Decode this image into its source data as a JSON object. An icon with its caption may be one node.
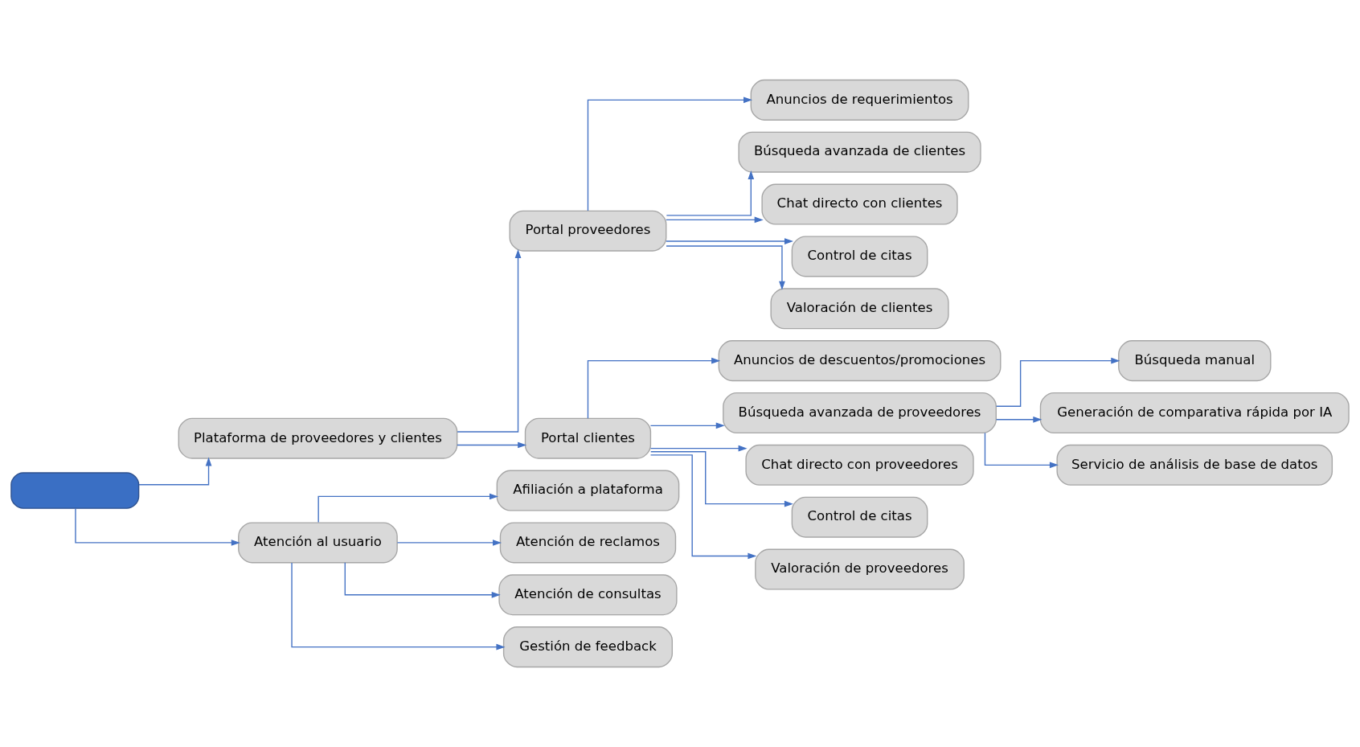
{
  "diagram": {
    "nodes": [
      {
        "text": [],
        "shape": "box"
      },
      {
        "text": [
          "Plataforma de proveedores y clientes"
        ]
      },
      {
        "text": [
          "Atención al usuario"
        ]
      },
      {
        "text": [
          "Portal proveedores"
        ]
      },
      {
        "text": [
          "Portal clientes"
        ]
      },
      {
        "text": [
          "Anuncios de requerimientos"
        ]
      },
      {
        "text": [
          "Búsqueda avanzada de clientes"
        ]
      },
      {
        "text": [
          "Chat directo con clientes"
        ]
      },
      {
        "text": [
          "Control de citas"
        ]
      },
      {
        "text": [
          "Valoración de clientes"
        ]
      },
      {
        "text": [
          "Anuncios de descuentos/promociones"
        ]
      },
      {
        "text": [
          "Búsqueda avanzada de proveedores"
        ]
      },
      {
        "text": [
          "Búsqueda manual"
        ]
      },
      {
        "text": [
          "Generación de comparativa rápida por IA"
        ]
      },
      {
        "text": [
          "Servicio de análisis de base de datos"
        ]
      },
      {
        "text": [
          "Chat directo con proveedores"
        ]
      },
      {
        "text": [
          "Control de citas"
        ]
      },
      {
        "text": [
          "Valoración de proveedores"
        ]
      },
      {
        "text": [
          "Afiliación a plataforma"
        ]
      },
      {
        "text": [
          "Atención de reclamos"
        ]
      },
      {
        "text": [
          "Atención de consultas"
        ]
      },
      {
        "text": [
          "Gestión de feedback"
        ]
      }
    ],
    "edges": [
      {
        "from": 0,
        "to": 1,
        "arrow": "to"
      },
      {
        "from": 0,
        "to": 2,
        "arrow": "to"
      },
      {
        "from": 1,
        "to": 3,
        "arrow": "to"
      },
      {
        "from": 1,
        "to": 4,
        "arrow": "to"
      },
      {
        "from": 3,
        "to": 5,
        "arrow": "to"
      },
      {
        "from": 3,
        "to": 6,
        "arrow": "to"
      },
      {
        "from": 3,
        "to": 7,
        "arrow": "to"
      },
      {
        "from": 3,
        "to": 8,
        "arrow": "to"
      },
      {
        "from": 3,
        "to": 9,
        "arrow": "to"
      },
      {
        "from": 4,
        "to": 10,
        "arrow": "to"
      },
      {
        "from": 4,
        "to": 11,
        "arrow": "to"
      },
      {
        "from": 11,
        "to": 12,
        "arrow": "to"
      },
      {
        "from": 11,
        "to": 13,
        "arrow": "to"
      },
      {
        "from": 11,
        "to": 14,
        "arrow": "to"
      },
      {
        "from": 4,
        "to": 15,
        "arrow": "to"
      },
      {
        "from": 4,
        "to": 16,
        "arrow": "to"
      },
      {
        "from": 4,
        "to": 17,
        "arrow": "to"
      },
      {
        "from": 2,
        "to": 18,
        "arrow": "to"
      },
      {
        "from": 2,
        "to": 19,
        "arrow": "to"
      },
      {
        "from": 2,
        "to": 20,
        "arrow": "to"
      },
      {
        "from": 2,
        "to": 21,
        "arrow": "to"
      }
    ]
  }
}
